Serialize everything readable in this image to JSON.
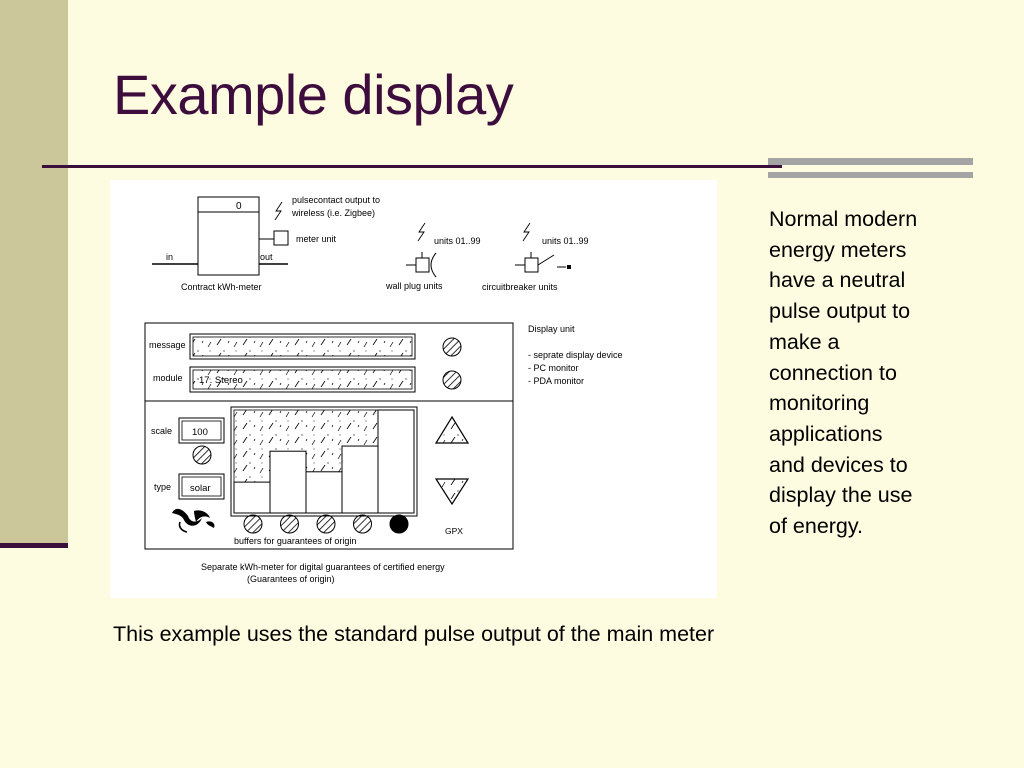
{
  "slide": {
    "title": "Example display",
    "side_text": "Normal modern\nenergy meters\nhave a neutral\npulse output to\nmake a\nconnection to\nmonitoring\napplications\nand devices to\ndisplay the use\nof energy.",
    "caption": "This example uses the standard pulse output of the main meter"
  },
  "diagram": {
    "meter": {
      "counter": "0",
      "in_label": "in",
      "out_label": "out",
      "name": "Contract kWh-meter",
      "pulse_label_1": "pulsecontact output to",
      "pulse_label_2": "wireless (i.e. Zigbee)",
      "meter_unit_label": "meter unit"
    },
    "wall_plug": {
      "units": "units 01..99",
      "label": "wall plug units"
    },
    "circuitbreaker": {
      "units": "units 01..99",
      "label": "circuitbreaker units"
    },
    "display": {
      "message_label": "message",
      "module_label": "module",
      "module_value": "17. Stereo",
      "scale_label": "scale",
      "scale_value": "100",
      "type_label": "type",
      "type_value": "solar",
      "gpx_label": "GPX",
      "buffers_label": "buffers for guarantees of origin",
      "buffer_levels": [
        0.3,
        0.6,
        0.4,
        0.65,
        1.0
      ]
    },
    "display_unit": {
      "title": "Display unit",
      "item1": "- seprate display device",
      "item2": "- PC monitor",
      "item3": "- PDA monitor"
    },
    "footer_line1": "Separate kWh-meter for digital guarantees of certified energy",
    "footer_line2": "(Guarantees of origin)"
  },
  "colors": {
    "background": "#fdfbe0",
    "sidebar": "#cbc79a",
    "accent": "#3b0f3b",
    "title": "#3d0d3d",
    "rule_bar": "#a4a4a4"
  }
}
